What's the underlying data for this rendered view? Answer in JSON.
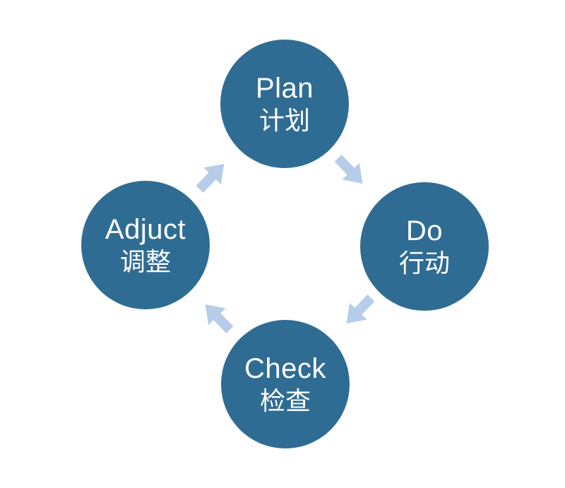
{
  "diagram": {
    "type": "cycle",
    "nodes": [
      {
        "id": "plan",
        "label_en": "Plan",
        "label_zh": "计划"
      },
      {
        "id": "do",
        "label_en": "Do",
        "label_zh": "行动"
      },
      {
        "id": "check",
        "label_en": "Check",
        "label_zh": "检查"
      },
      {
        "id": "adjust",
        "label_en": "Adjuct",
        "label_zh": "调整"
      }
    ],
    "arrows": [
      {
        "from": "plan",
        "to": "do"
      },
      {
        "from": "do",
        "to": "check"
      },
      {
        "from": "check",
        "to": "adjust"
      },
      {
        "from": "adjust",
        "to": "plan"
      }
    ],
    "colors": {
      "circle_fill": "#2F6C93",
      "arrow_fill": "#B6CCE8",
      "label_text": "#FFFFFF",
      "background": "#FFFFFF"
    }
  }
}
